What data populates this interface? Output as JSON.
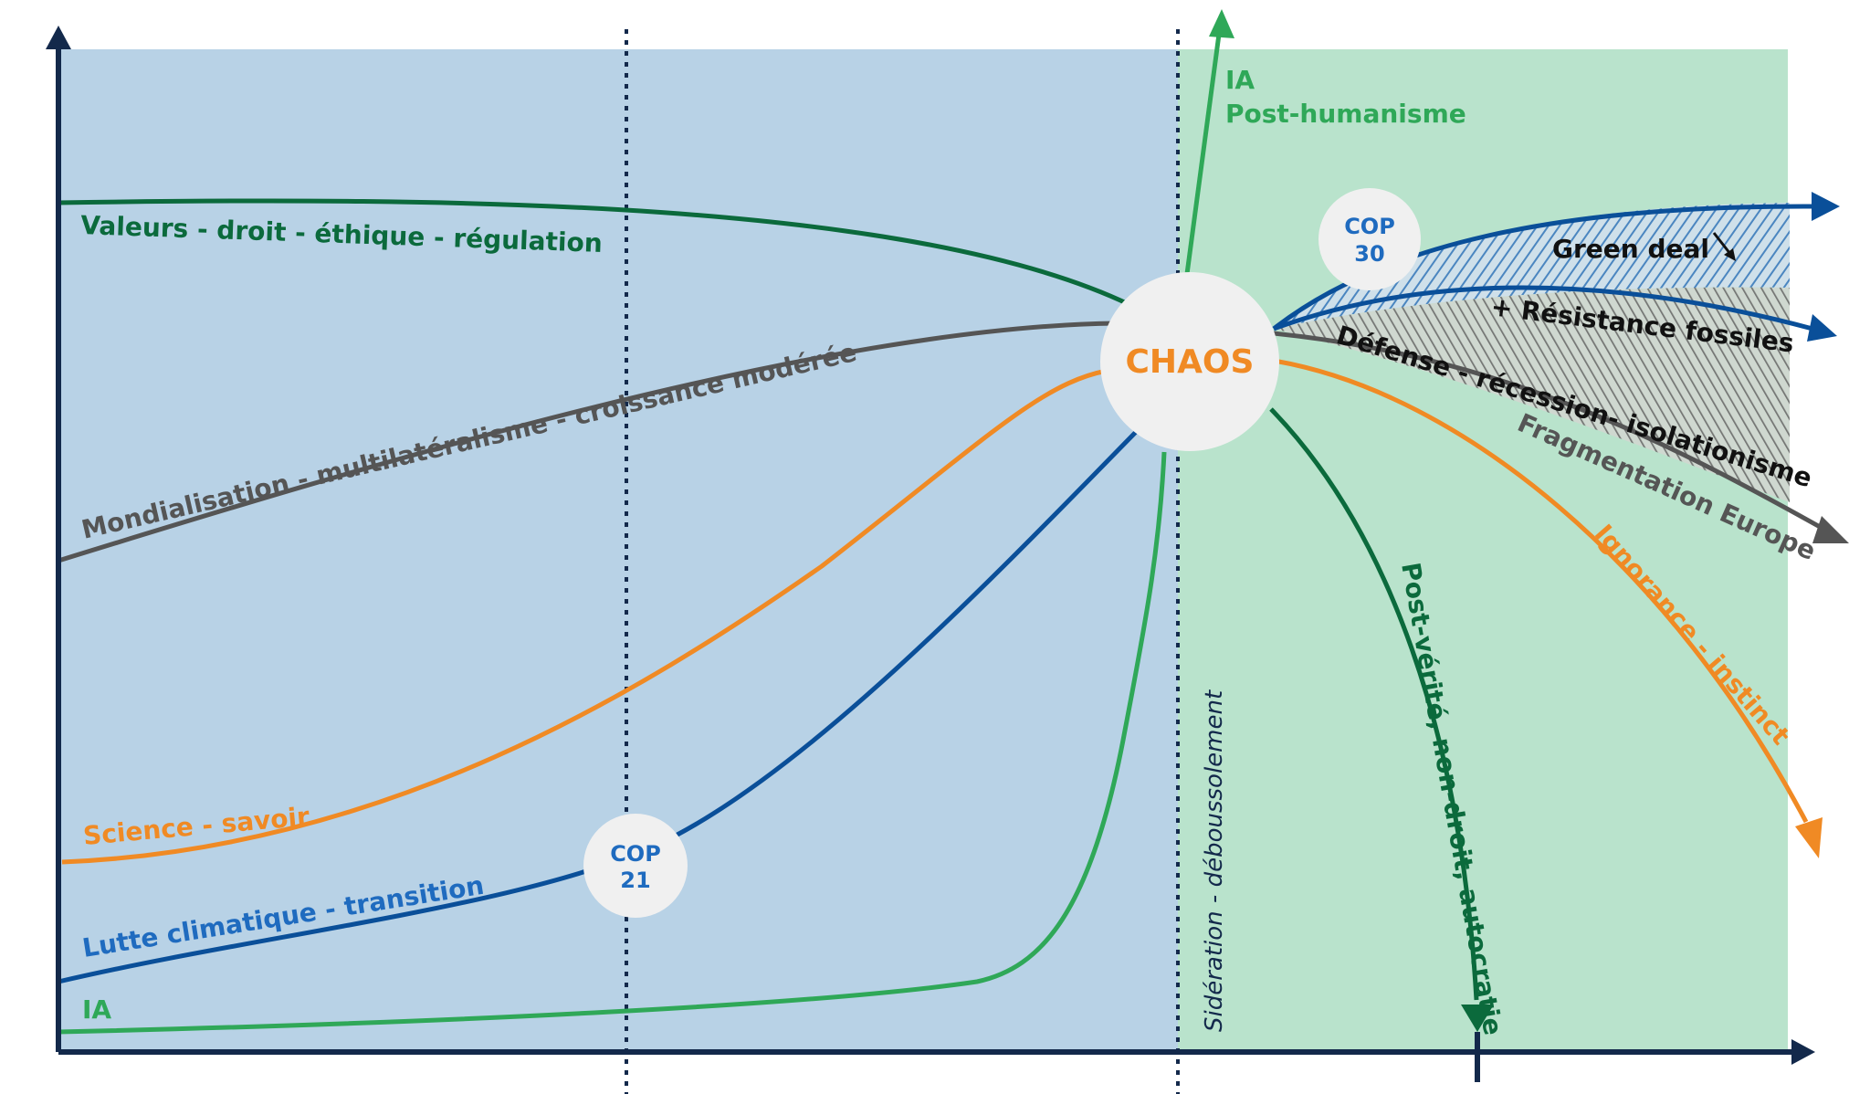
{
  "colors": {
    "bg_before": "#b8d2e6",
    "bg_after": "#b9e3cc",
    "axis": "#13294b",
    "dark_green": "#0b6a3c",
    "gray": "#555555",
    "orange": "#f08a24",
    "blue": "#0a4f99",
    "light_green": "#2fa858",
    "badge_bg": "#f0f0f0",
    "badge_text": "#1f6bbf",
    "chaos_text": "#f08a24"
  },
  "labels": {
    "valeurs": "Valeurs - droit - éthique - régulation",
    "mondialisation": "Mondialisation - multilatéralisme - croissance modérée",
    "science": "Science - savoir",
    "lutte": "Lutte climatique - transition",
    "ia_left": "IA",
    "ia_top_1": "IA",
    "ia_top_2": "Post-humanisme",
    "siderations": "Sidération - déboussolement",
    "chaos": "CHAOS",
    "green_deal": "Green deal",
    "resistance": "+ Résistance fossiles",
    "defense": "Défense - récession- isolationisme",
    "fragmentation": "Fragmentation Europe",
    "ignorance": "Ignorance - instinct",
    "post_verite": "Post-vérité, non-droit, autocratie"
  },
  "badges": {
    "cop21": {
      "line1": "COP",
      "line2": "21"
    },
    "cop30": {
      "line1": "COP",
      "line2": "30"
    }
  }
}
